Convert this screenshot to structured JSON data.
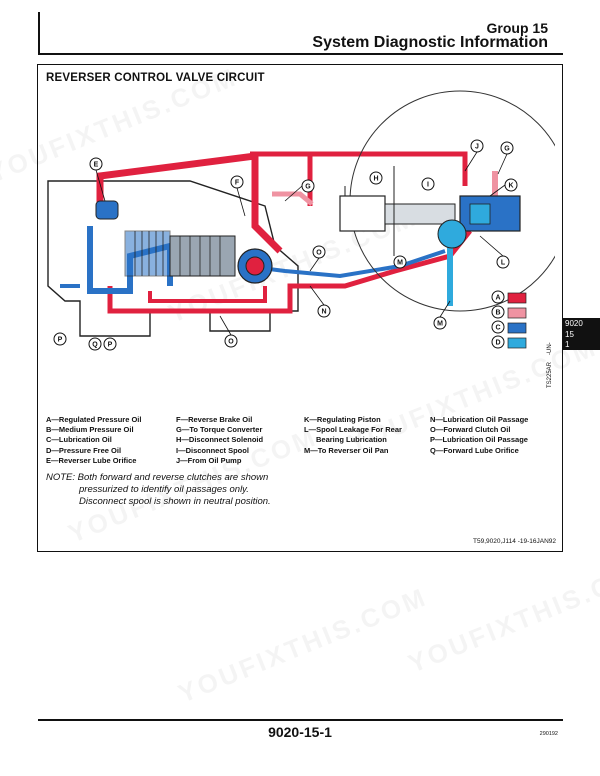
{
  "header": {
    "group": "Group 15",
    "title": "System Diagnostic Information"
  },
  "figure": {
    "title": "REVERSER CONTROL VALVE CIRCUIT",
    "callouts": [
      "E",
      "F",
      "G",
      "H",
      "I",
      "J",
      "G",
      "K",
      "O",
      "L",
      "N",
      "M",
      "M",
      "P",
      "Q",
      "P",
      "O"
    ],
    "keys": [
      "A",
      "B",
      "C",
      "D"
    ],
    "colors": {
      "A": "#e0213f",
      "B": "#ef93a2",
      "C": "#2a72c6",
      "D": "#2faadd"
    },
    "code": "T59,9020,J114   -19-16JAN92"
  },
  "legend": {
    "col1": [
      "A—Regulated Pressure Oil",
      "B—Medium Pressure Oil",
      "C—Lubrication Oil",
      "D—Pressure Free Oil",
      "E—Reverser Lube Orifice"
    ],
    "col2": [
      "F—Reverse Brake Oil",
      "G—To Torque Converter",
      "H—Disconnect Solenoid",
      "I—Disconnect Spool",
      "J—From Oil Pump"
    ],
    "col3": [
      "K—Regulating Piston",
      "L—Spool Leakage For Rear",
      "Bearing Lubrication",
      "M—To Reverser Oil Pan"
    ],
    "col4": [
      "N—Lubrication Oil Passage",
      "O—Forward Clutch Oil",
      "P—Lubrication Oil Passage",
      "Q—Forward Lube Orifice"
    ]
  },
  "note": {
    "line1": "NOTE: Both forward and reverse clutches are shown",
    "line2": "pressurized to identify oil passages only.",
    "line3": "Disconnect spool is shown in neutral position."
  },
  "side": {
    "code": "TS225AR",
    "un": "-UN-",
    "tab_lines": [
      "9020",
      "15",
      "1"
    ]
  },
  "footer": {
    "page": "9020-15-1",
    "date": "290192"
  },
  "watermark": "YOUFIXTHIS.COM"
}
